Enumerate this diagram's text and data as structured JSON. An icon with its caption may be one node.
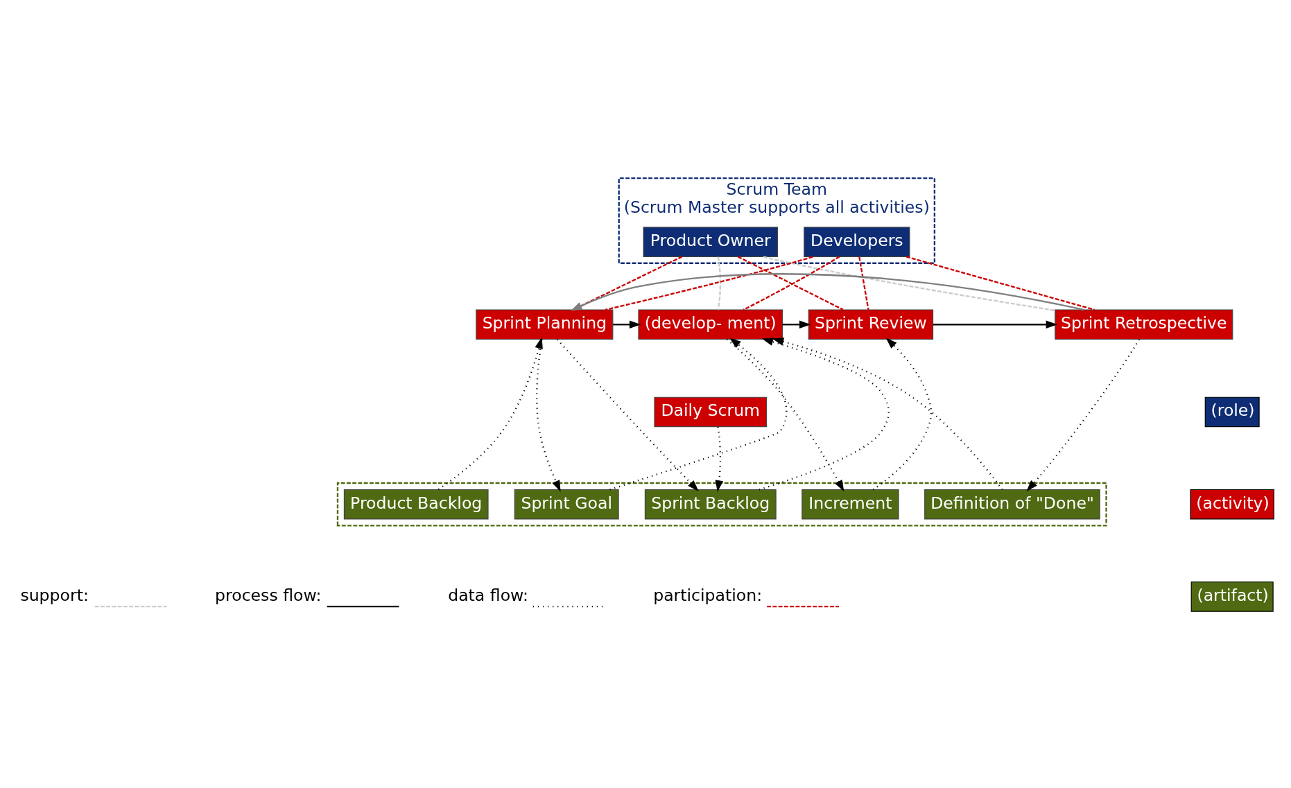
{
  "diagram": {
    "nodes": [
      {
        "text": [
          "Scrum Team",
          "(Scrum Master supports all activities)"
        ]
      },
      {
        "text": [
          "Product Owner"
        ],
        "in": 0
      },
      {
        "text": [
          "Developers"
        ],
        "in": 0
      },
      {
        "text": [
          "Sprint Planning"
        ]
      },
      {
        "text": [
          "(develop- ment)"
        ]
      },
      {
        "text": [
          "Daily Scrum"
        ]
      },
      {
        "text": [
          "Sprint Review"
        ]
      },
      {
        "text": [
          "Sprint Retrospective"
        ]
      },
      {
        "text": [],
        "shape": "box"
      },
      {
        "text": [
          "Product Backlog"
        ],
        "in": 8
      },
      {
        "text": [
          "Sprint Goal"
        ],
        "in": 8
      },
      {
        "text": [
          "Sprint Backlog"
        ],
        "in": 8
      },
      {
        "text": [
          "Increment"
        ],
        "in": 8
      },
      {
        "text": [
          "Definition of \"Done\""
        ],
        "in": 8
      }
    ],
    "edges": [
      {
        "from": 3,
        "to": 4,
        "arrow": "to"
      },
      {
        "from": 4,
        "to": 6,
        "arrow": "to"
      },
      {
        "from": 6,
        "to": 7,
        "arrow": "to"
      },
      {
        "from": 7,
        "to": 3,
        "arrow": "to",
        "color": "#7f7f7f"
      },
      {
        "from": 1,
        "to": 3,
        "arrow": "none",
        "style": "dashed",
        "color": "#cc0000"
      },
      {
        "from": 1,
        "to": 6,
        "arrow": "none",
        "style": "dashed",
        "color": "#cc0000"
      },
      {
        "from": 2,
        "to": 3,
        "arrow": "none",
        "style": "dashed",
        "color": "#cc0000"
      },
      {
        "from": 2,
        "to": 4,
        "arrow": "none",
        "style": "dashed",
        "color": "#cc0000"
      },
      {
        "from": 2,
        "to": 6,
        "arrow": "none",
        "style": "dashed",
        "color": "#cc0000"
      },
      {
        "from": 2,
        "to": 7,
        "arrow": "none",
        "style": "dashed",
        "color": "#cc0000"
      },
      {
        "from": 1,
        "to": 4,
        "arrow": "none",
        "style": "dashed",
        "color": "#cccccc"
      },
      {
        "from": 1,
        "to": 7,
        "arrow": "none",
        "style": "dashed",
        "color": "#cccccc"
      },
      {
        "from": 9,
        "to": 3,
        "arrow": "to",
        "style": "dashed"
      },
      {
        "from": 3,
        "to": 10,
        "arrow": "to",
        "style": "dashed"
      },
      {
        "from": 3,
        "to": 11,
        "arrow": "to",
        "style": "dashed"
      },
      {
        "from": 10,
        "to": 4,
        "arrow": "to",
        "style": "dashed"
      },
      {
        "from": 11,
        "to": 4,
        "arrow": "to",
        "style": "dashed"
      },
      {
        "from": 5,
        "to": 11,
        "arrow": "to",
        "style": "dashed"
      },
      {
        "from": 4,
        "to": 12,
        "arrow": "to",
        "style": "dashed"
      },
      {
        "from": 12,
        "to": 6,
        "arrow": "to",
        "style": "dashed"
      },
      {
        "from": 13,
        "to": 4,
        "arrow": "to",
        "style": "dashed"
      },
      {
        "from": 7,
        "to": 13,
        "arrow": "to",
        "style": "dashed"
      }
    ],
    "legend": [
      {
        "text": "(role)",
        "color": "#0f2d75"
      },
      {
        "text": "(activity)",
        "color": "#cc0000"
      },
      {
        "text": "(artifact)",
        "color": "#4f6a12"
      },
      {
        "text": "support:"
      },
      {
        "text": "process flow:"
      },
      {
        "text": "data flow:"
      },
      {
        "text": "participation:"
      }
    ]
  }
}
